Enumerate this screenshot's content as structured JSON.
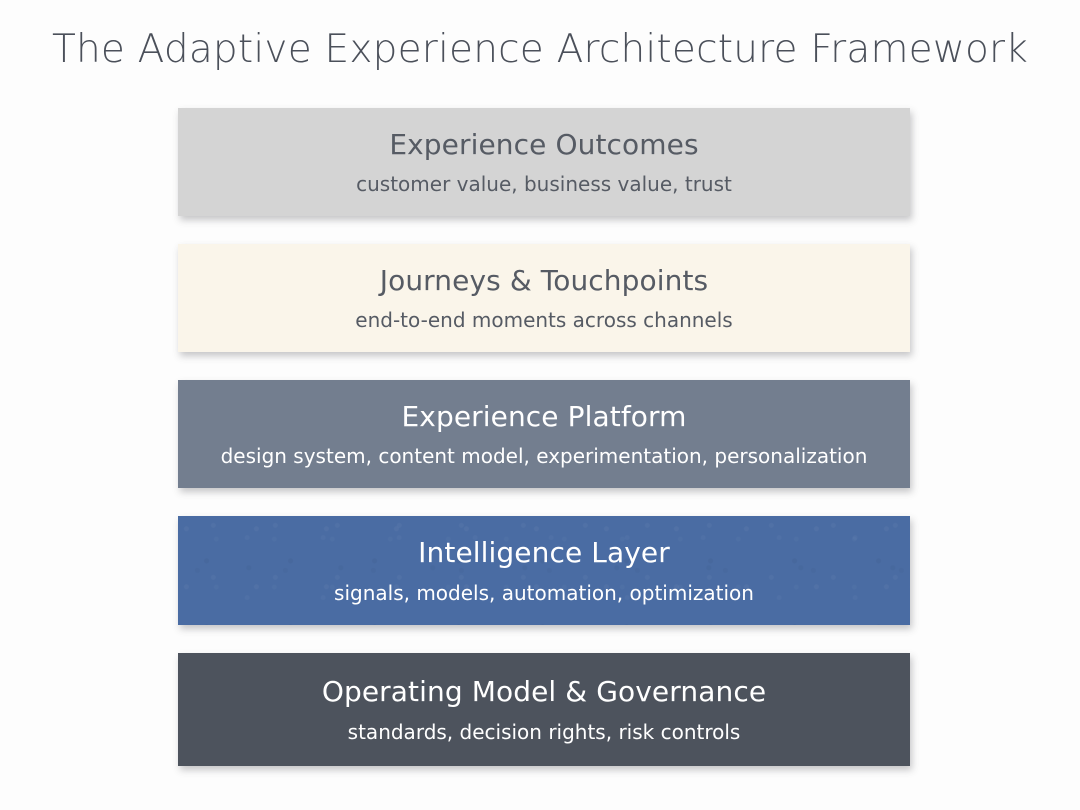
{
  "title": "The Adaptive Experience Architecture Framework",
  "colors": {
    "page_background": "#fdfdfd",
    "title_text": "#4b505a",
    "dark_text": "#565b64",
    "light_text": "#ffffff",
    "band_outcomes": "#d4d4d4",
    "band_journeys": "#faf5ea",
    "band_platform": "#737e8f",
    "band_intelligence": "#4a6ca3",
    "band_governance": "#4d535d"
  },
  "layers": [
    {
      "name": "experience-outcomes",
      "title": "Experience Outcomes",
      "subtitle": "customer value, business value, trust"
    },
    {
      "name": "journeys-touchpoints",
      "title": "Journeys & Touchpoints",
      "subtitle": "end-to-end moments across channels"
    },
    {
      "name": "experience-platform",
      "title": "Experience Platform",
      "subtitle": "design system, content model, experimentation, personalization"
    },
    {
      "name": "intelligence-layer",
      "title": "Intelligence Layer",
      "subtitle": "signals, models, automation, optimization"
    },
    {
      "name": "operating-model-governance",
      "title": "Operating Model & Governance",
      "subtitle": "standards, decision rights, risk controls"
    }
  ]
}
